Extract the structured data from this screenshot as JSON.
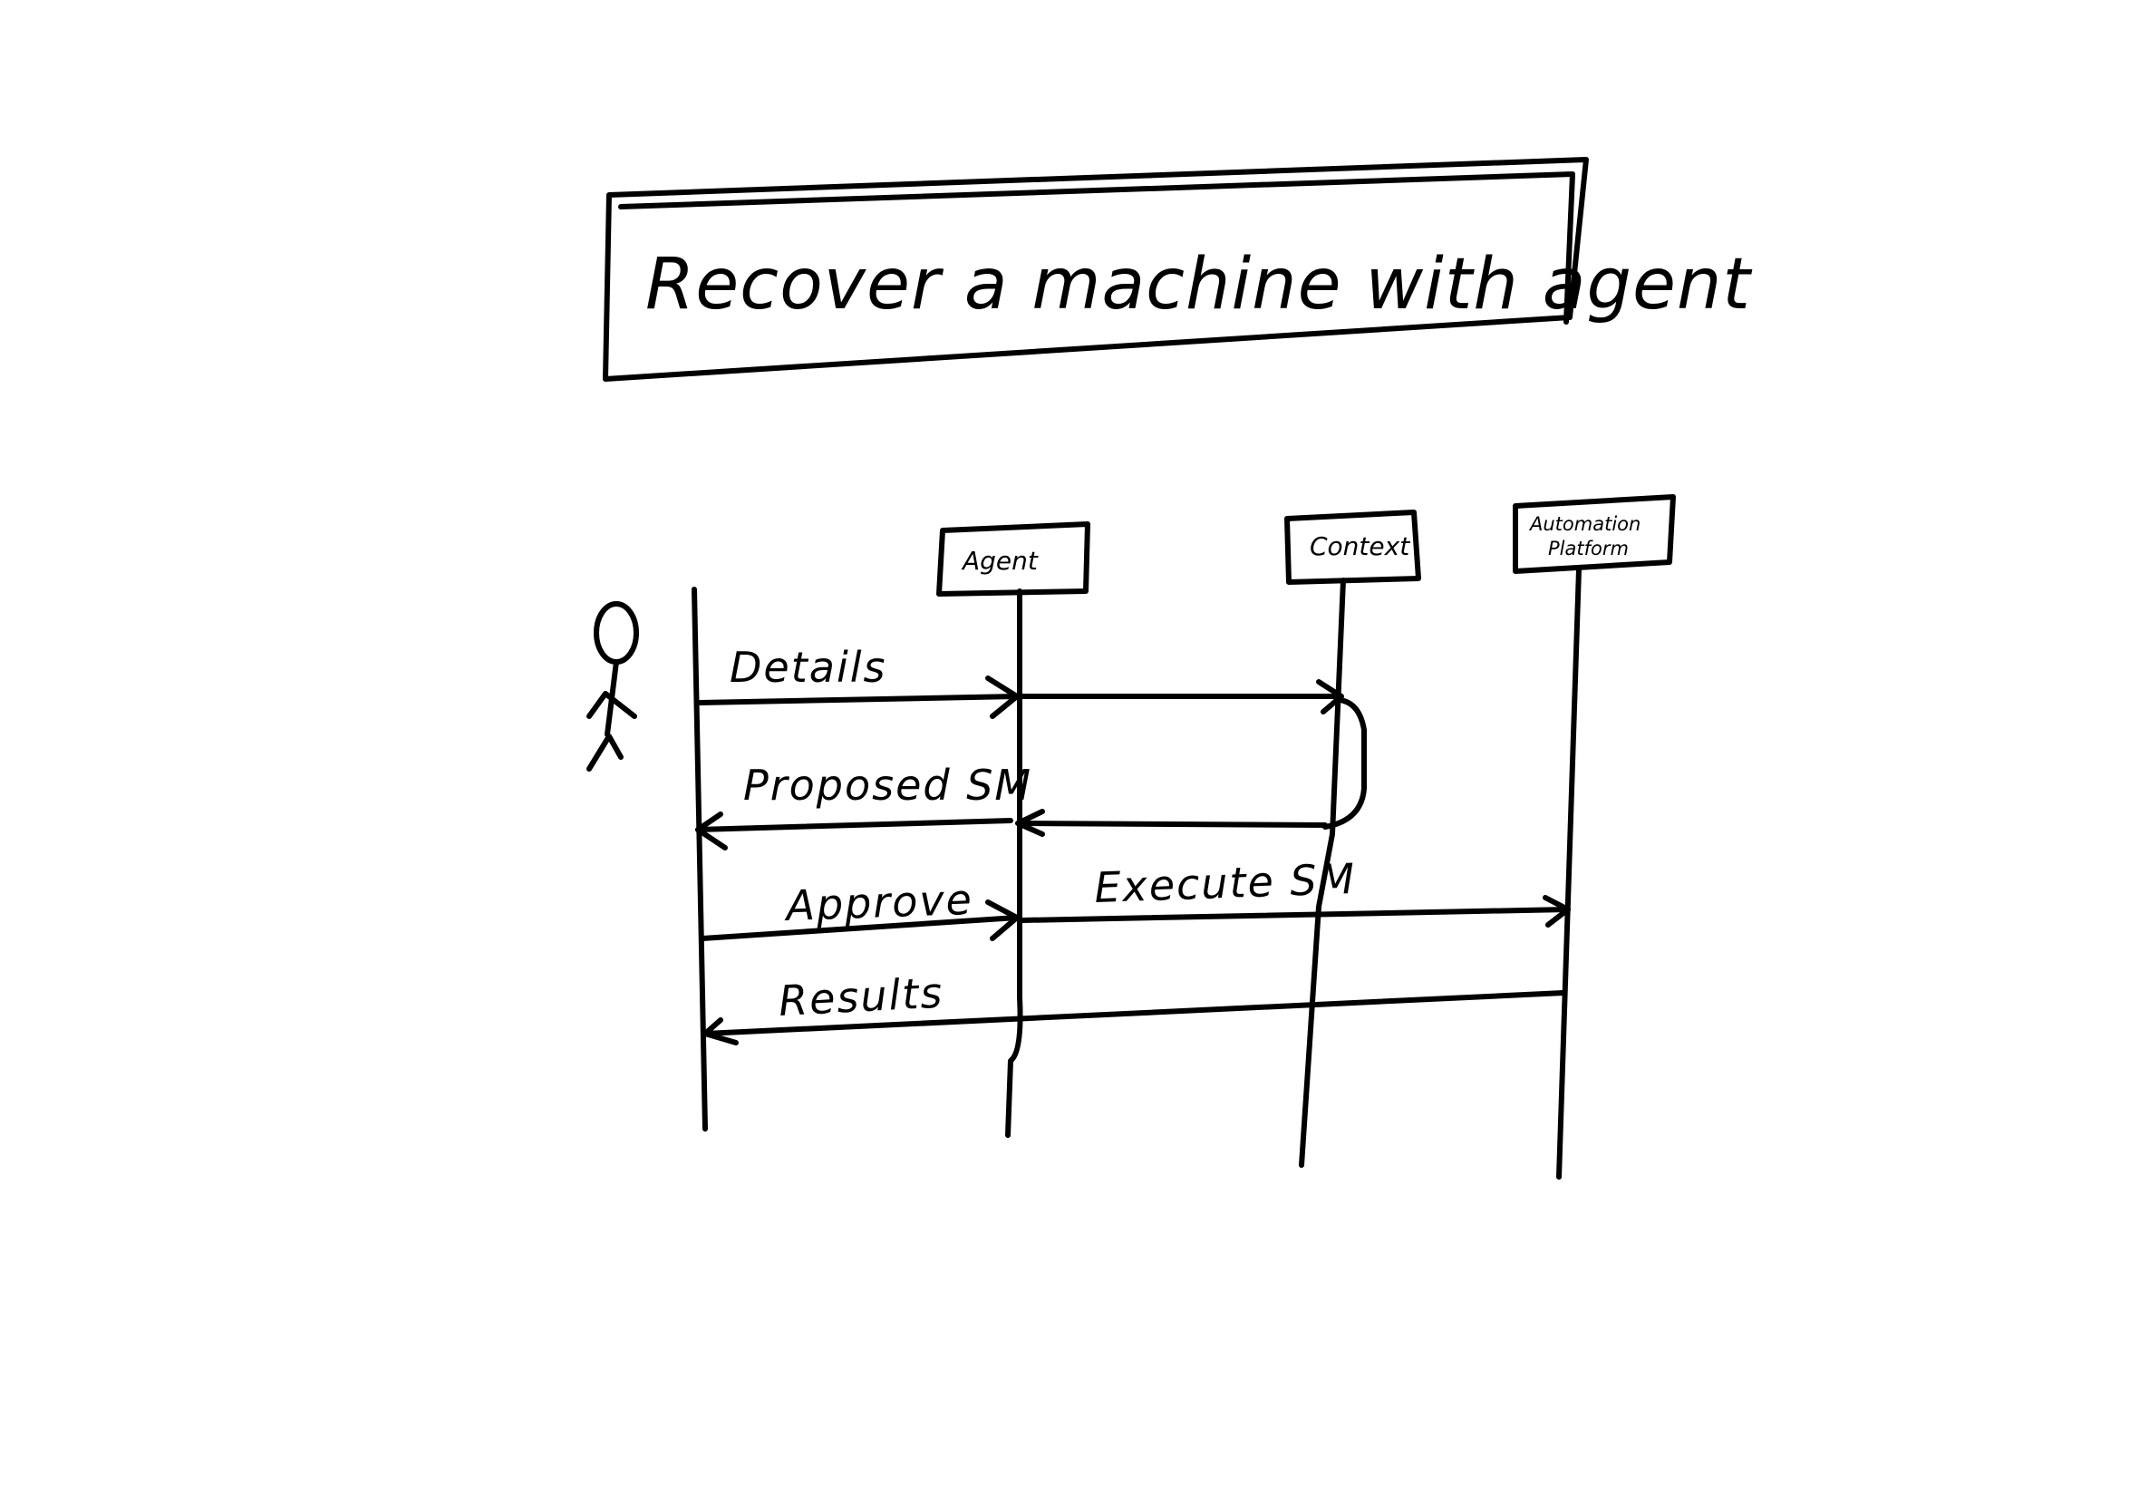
{
  "title": "Recover a machine with agent",
  "actor": {
    "icon": "stick-figure-icon"
  },
  "participants": [
    {
      "id": "agent",
      "label": "Agent"
    },
    {
      "id": "context",
      "label": "Context"
    },
    {
      "id": "platform",
      "label_line1": "Automation",
      "label_line2": "Platform"
    }
  ],
  "messages": [
    {
      "id": "details",
      "label": "Details",
      "from": "user",
      "to": "context"
    },
    {
      "id": "proposed",
      "label": "Proposed SM",
      "from": "context",
      "to": "user"
    },
    {
      "id": "approve",
      "label": "Approve",
      "from": "user",
      "to": "agent"
    },
    {
      "id": "execute",
      "label": "Execute SM",
      "from": "agent",
      "to": "platform"
    },
    {
      "id": "results",
      "label": "Results",
      "from": "platform",
      "to": "user"
    }
  ]
}
